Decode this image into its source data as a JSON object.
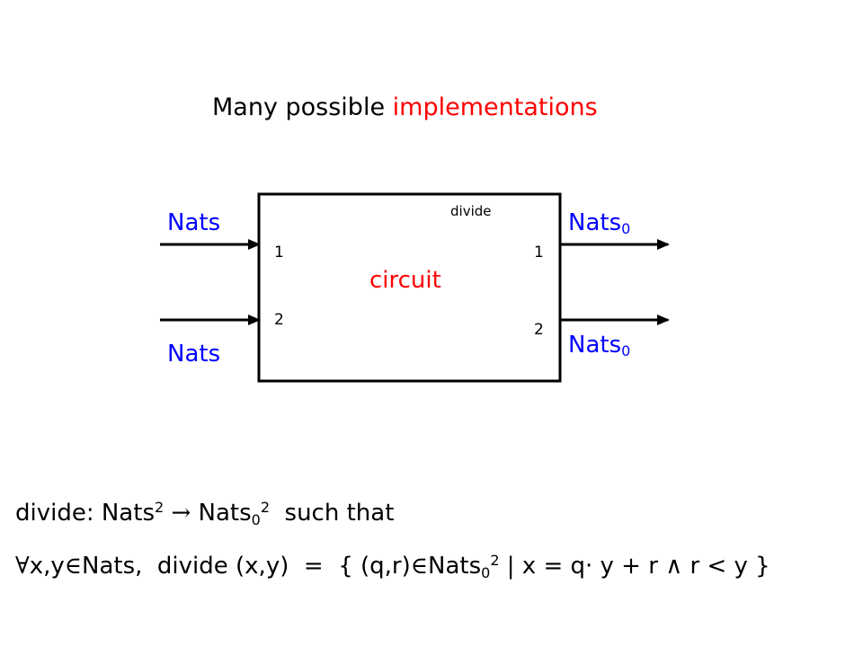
{
  "title": {
    "prefix": "Many possible ",
    "accent": "implementations",
    "accent_color": "#ff0000"
  },
  "block": {
    "name": "divide",
    "label": "circuit",
    "label_color": "#ff0000",
    "port_color": "#0000ff"
  },
  "inputs": [
    {
      "label": "Nats",
      "port": "1"
    },
    {
      "label": "Nats",
      "port": "2"
    }
  ],
  "outputs": [
    {
      "label": "Nats",
      "sub": "0",
      "port": "1"
    },
    {
      "label": "Nats",
      "sub": "0",
      "port": "2"
    }
  ],
  "formula1": {
    "lhs": "divide: Nats",
    "sup1": "2",
    "arrow": "→",
    "rhs": " Nats",
    "sub": "0",
    "sup2": "2",
    "tail": "  such that"
  },
  "formula2": {
    "forall": "∀",
    "vars": "x,y",
    "in1": "∈",
    "part1": "Nats,  divide (x,y)  =  { (q,r)",
    "in2": "∈",
    "set": "Nats",
    "sub": "0",
    "sup": "2",
    "part2": " | x = q· y + r ",
    "and": "∧",
    "part3": " r < y }"
  }
}
